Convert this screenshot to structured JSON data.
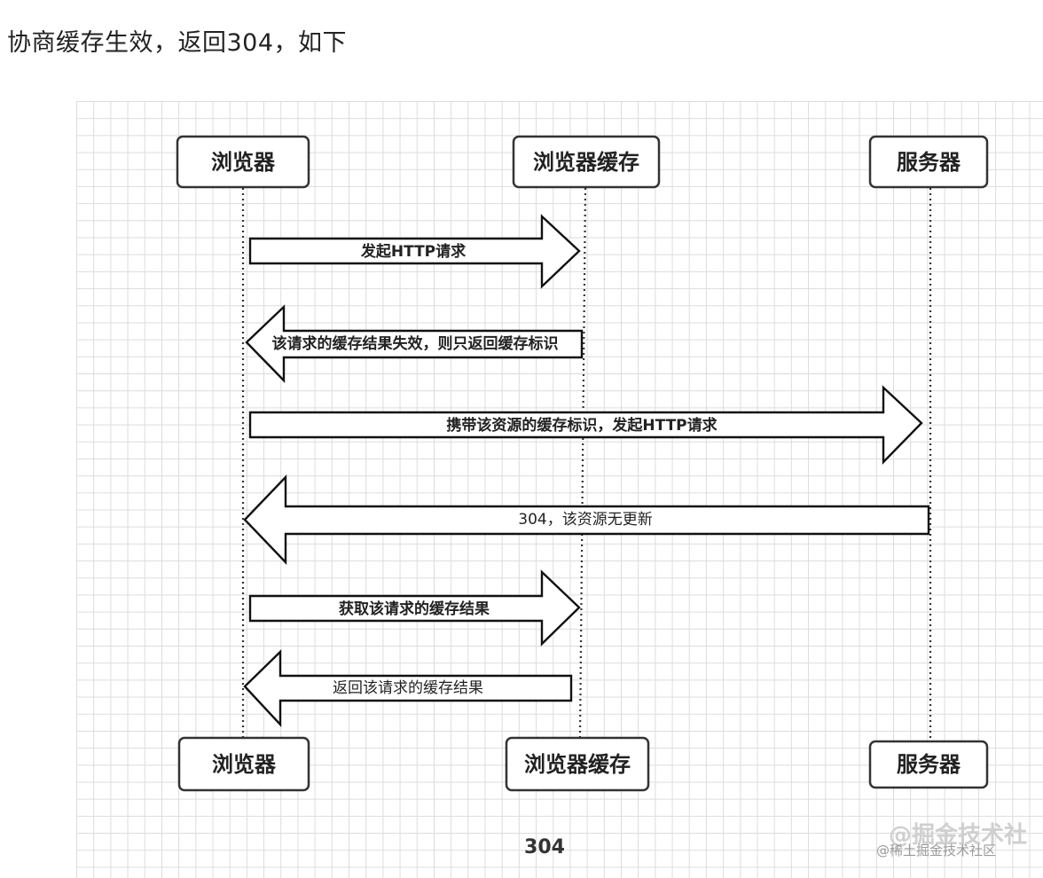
{
  "heading": "协商缓存生效，返回304，如下",
  "participants": {
    "browser": "浏览器",
    "cache": "浏览器缓存",
    "server": "服务器"
  },
  "messages": [
    {
      "label": "发起HTTP请求",
      "from": "browser",
      "to": "cache",
      "bold": true
    },
    {
      "label": "该请求的缓存结果失效，则只返回缓存标识",
      "from": "cache",
      "to": "browser",
      "bold": false
    },
    {
      "label": "携带该资源的缓存标识，发起HTTP请求",
      "from": "browser",
      "to": "server",
      "bold": true
    },
    {
      "label": "304，该资源无更新",
      "from": "server",
      "to": "browser",
      "bold": false
    },
    {
      "label": "获取该请求的缓存结果",
      "from": "browser",
      "to": "cache",
      "bold": true
    },
    {
      "label": "返回该请求的缓存结果",
      "from": "cache",
      "to": "browser",
      "bold": false
    }
  ],
  "caption": "304",
  "watermark": {
    "large": "@掘金技术社",
    "small": "@稀土掘金技术社区"
  },
  "colors": {
    "grid": "#dcdcdc",
    "stroke": "#333333",
    "background": "#ffffff"
  }
}
